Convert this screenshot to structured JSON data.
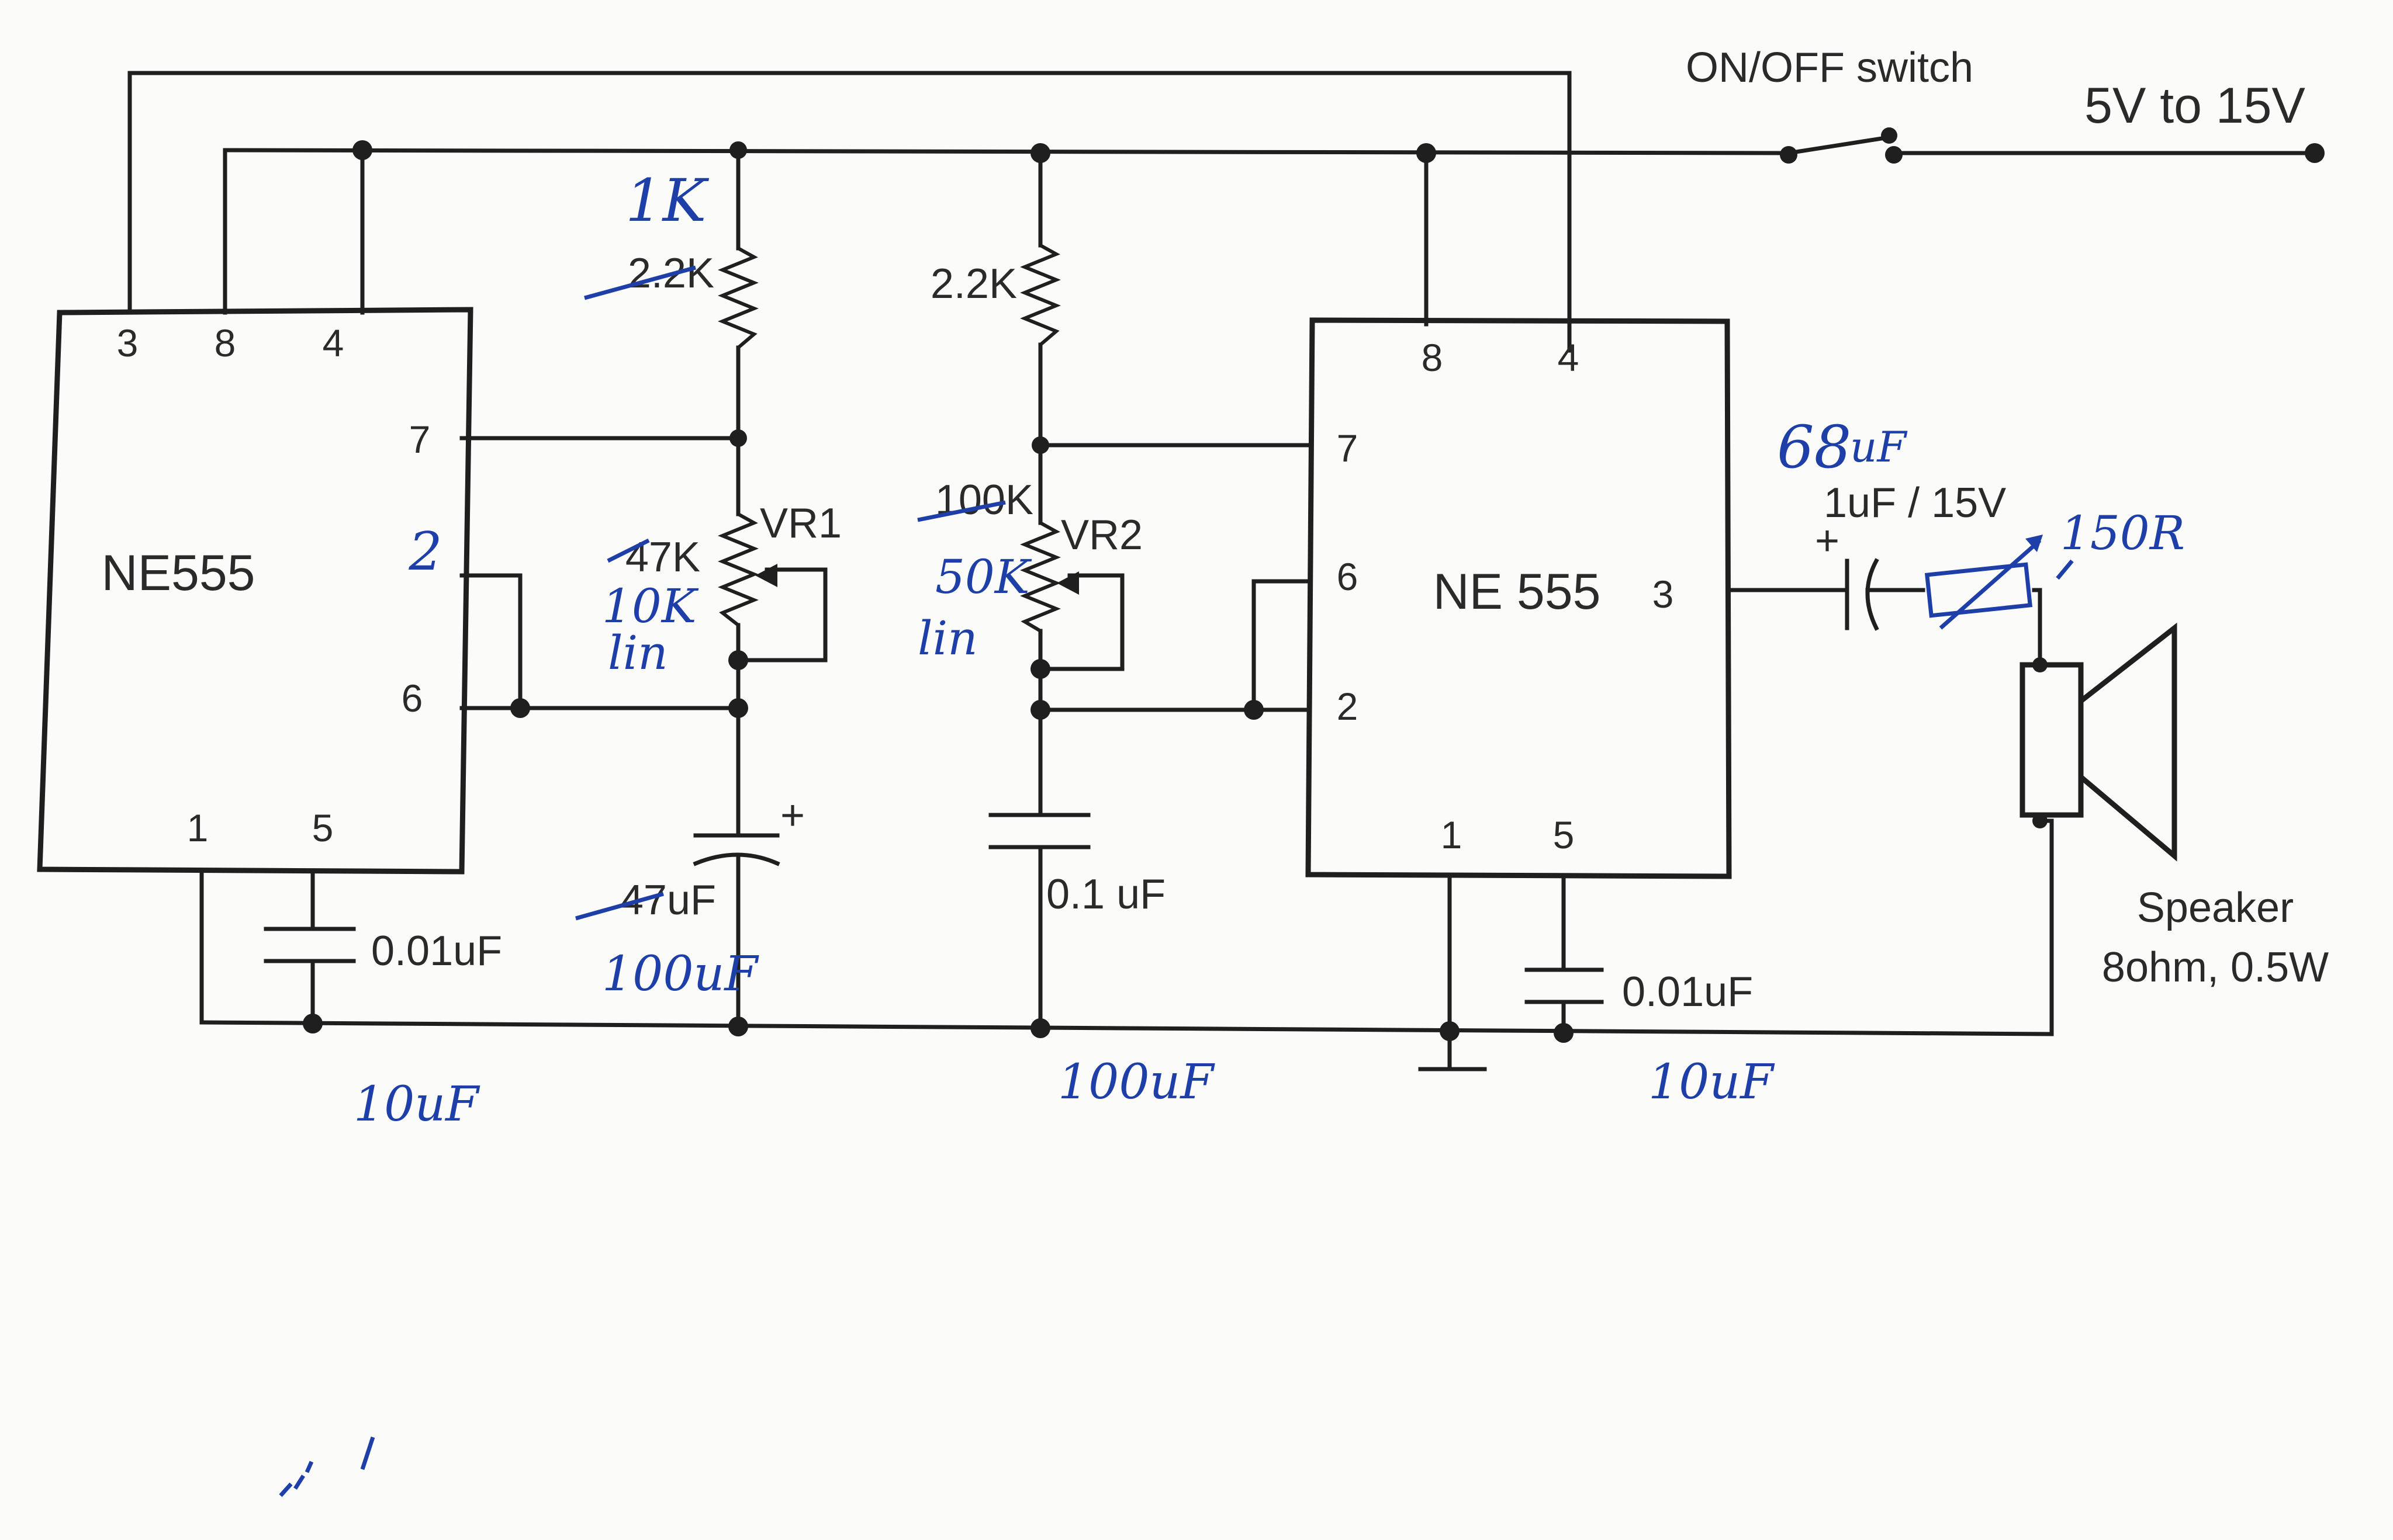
{
  "ic_left": {
    "name": "NE555",
    "pins": {
      "p3": "3",
      "p8": "8",
      "p4": "4",
      "p7": "7",
      "p2": "2",
      "p6": "6",
      "p1": "1",
      "p5": "5"
    },
    "pin2_handwritten": "2"
  },
  "ic_right": {
    "name": "NE 555",
    "pins": {
      "p8": "8",
      "p4": "4",
      "p7": "7",
      "p6": "6",
      "p2": "2",
      "p3": "3",
      "p1": "1",
      "p5": "5"
    }
  },
  "switch": {
    "label": "ON/OFF switch"
  },
  "supply": {
    "label": "5V to 15V"
  },
  "r1": {
    "printed": "2.2K",
    "handwritten": "1K"
  },
  "r2": {
    "printed": "2.2K"
  },
  "vr1": {
    "label": "VR1",
    "printed": "47K",
    "handwritten": "10K",
    "handwritten_note": "lin"
  },
  "vr2": {
    "label": "VR2",
    "printed": "100K",
    "handwritten": "50K",
    "handwritten_note": "lin"
  },
  "c_timing1": {
    "printed": "47uF",
    "handwritten": "100uF",
    "polarity": "+"
  },
  "c_timing2": {
    "printed": "0.1 uF",
    "handwritten": "100uF"
  },
  "c_ctrl1": {
    "printed": "0.01uF",
    "handwritten": "10uF"
  },
  "c_ctrl2": {
    "printed": "0.01uF",
    "handwritten": "10uF"
  },
  "c_out": {
    "printed": "1uF / 15V",
    "handwritten": "68",
    "handwritten_unit": "uF",
    "polarity": "+"
  },
  "trimmer": {
    "handwritten": "150R"
  },
  "speaker": {
    "label": "Speaker",
    "rating": "8ohm, 0.5W"
  },
  "colors": {
    "ink": "#1e3ea8",
    "line": "#1f1f1f",
    "paper": "#fbfbf9"
  }
}
